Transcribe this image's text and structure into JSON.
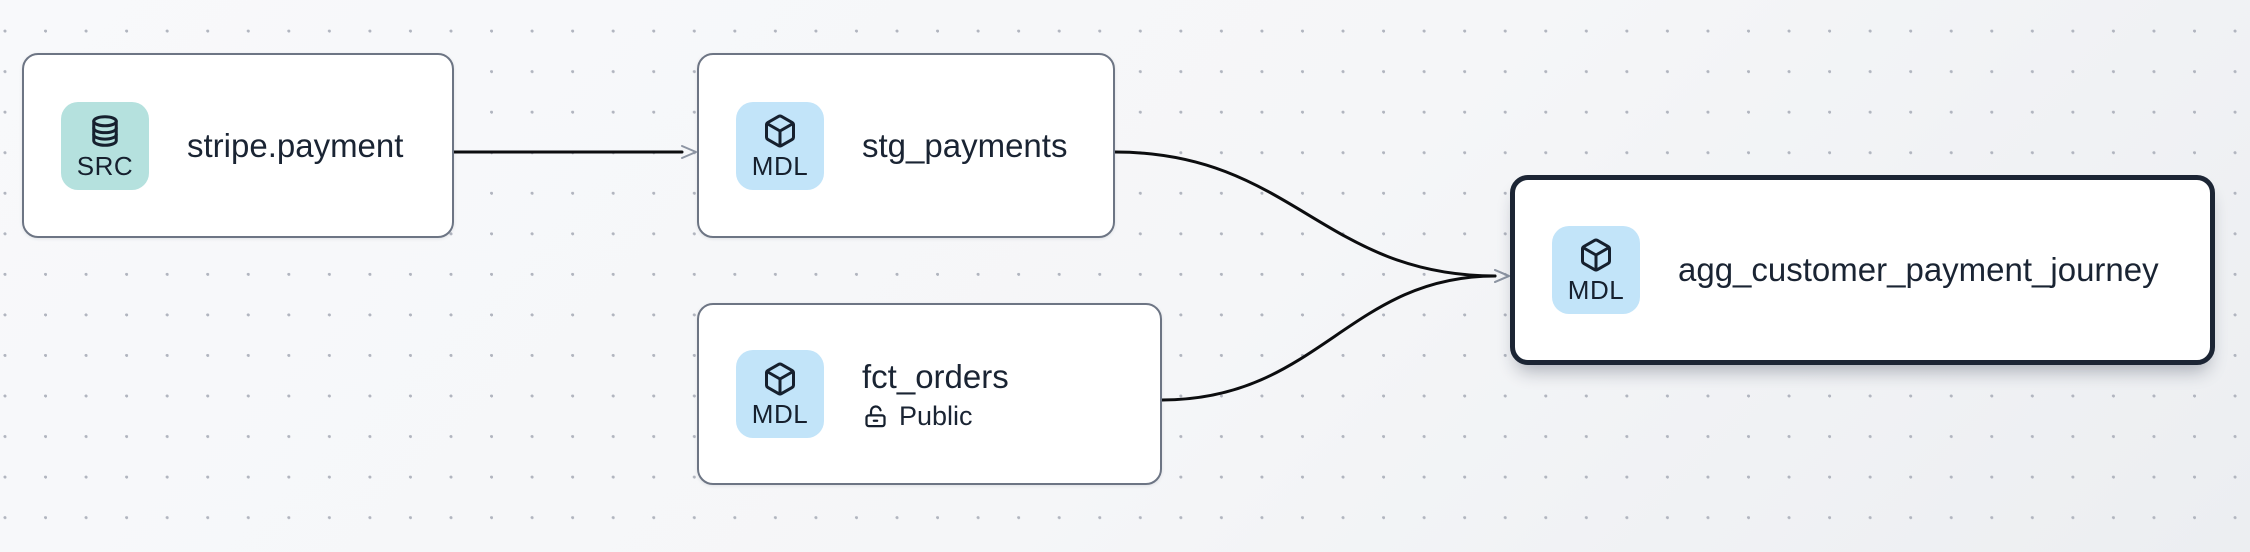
{
  "canvas": {
    "kind": "lineage-graph",
    "background_color": "#f6f7f9",
    "dot_color": "#b1b5bf"
  },
  "colors": {
    "node_background": "#ffffff",
    "node_border": "#6d7584",
    "selected_node_border": "#1c2534",
    "title_text": "#1a2433",
    "badge_src_background": "#b5e1de",
    "badge_mdl_background": "#c2e4f9",
    "badge_icon_stroke": "#16202e",
    "edge_stroke": "#0c0d0f",
    "arrowhead_stroke": "#8d95a3"
  },
  "nodes": [
    {
      "id": "stripe.payment",
      "title": "stripe.payment",
      "badge": {
        "label": "SRC",
        "icon": "database-icon",
        "background": "#b5e1de"
      },
      "selected": false
    },
    {
      "id": "stg_payments",
      "title": "stg_payments",
      "badge": {
        "label": "MDL",
        "icon": "cube-icon",
        "background": "#c2e4f9"
      },
      "selected": false
    },
    {
      "id": "fct_orders",
      "title": "fct_orders",
      "subtitle": {
        "icon": "lock-open-icon",
        "label": "Public"
      },
      "badge": {
        "label": "MDL",
        "icon": "cube-icon",
        "background": "#c2e4f9"
      },
      "selected": false
    },
    {
      "id": "agg_customer_payment_journey",
      "title": "agg_customer_payment_journey",
      "badge": {
        "label": "MDL",
        "icon": "cube-icon",
        "background": "#c2e4f9"
      },
      "selected": true
    }
  ],
  "edges": [
    {
      "from": "stripe.payment",
      "to": "stg_payments"
    },
    {
      "from": "stg_payments",
      "to": "agg_customer_payment_journey"
    },
    {
      "from": "fct_orders",
      "to": "agg_customer_payment_journey"
    }
  ]
}
